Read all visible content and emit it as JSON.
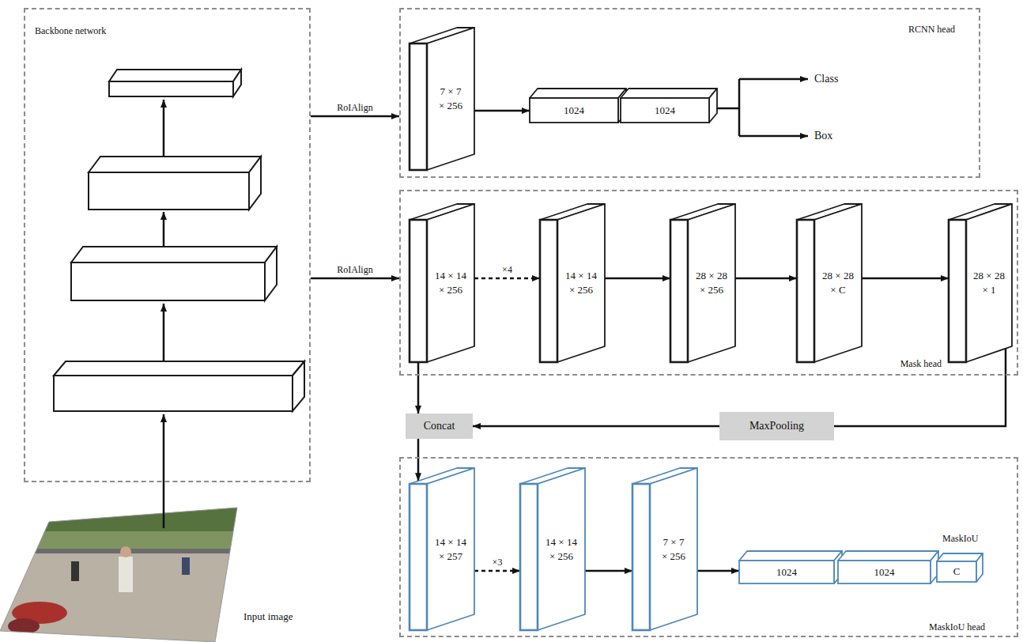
{
  "diagram": {
    "nodes": [
      {
        "text": [
          "Backbone network"
        ]
      },
      {
        "text": [
          "RCNN head"
        ]
      },
      {
        "text": [
          "7 × 7 × 256"
        ],
        "in": 1
      },
      {
        "text": [
          "1024"
        ],
        "in": 1
      },
      {
        "text": [
          "1024"
        ],
        "in": 1
      },
      {
        "text": [
          "Mask head"
        ]
      },
      {
        "text": [
          "14 × 14 × 256"
        ],
        "in": 5
      },
      {
        "text": [
          "14 × 14 × 256"
        ],
        "in": 5
      },
      {
        "text": [
          "28 × 28 × 256"
        ],
        "in": 5
      },
      {
        "text": [
          "28 × 28 × C"
        ],
        "in": 5
      },
      {
        "text": [
          "28 × 28 × 1"
        ],
        "in": 5
      },
      {
        "text": [
          "Concat"
        ]
      },
      {
        "text": [
          "MaxPooling"
        ]
      },
      {
        "text": [
          "MaskIoU head"
        ]
      },
      {
        "text": [
          "14 × 14 × 257"
        ],
        "in": 13
      },
      {
        "text": [
          "14 × 14 × 256"
        ],
        "in": 13
      },
      {
        "text": [
          "7 × 7 × 256"
        ],
        "in": 13
      },
      {
        "text": [
          "1024"
        ],
        "in": 13
      },
      {
        "text": [
          "1024"
        ],
        "in": 13
      },
      {
        "text": [
          "C"
        ],
        "in": 13
      }
    ],
    "edges": [
      {
        "from": 0,
        "to": 1,
        "arrow": "to",
        "label": "RoIAlign"
      },
      {
        "from": 0,
        "to": 5,
        "arrow": "to",
        "label": "RoIAlign"
      },
      {
        "from": 2,
        "to": 3,
        "arrow": "to"
      },
      {
        "from": 6,
        "to": 7,
        "arrow": "to",
        "label": "×4"
      },
      {
        "from": 7,
        "to": 8,
        "arrow": "to"
      },
      {
        "from": 8,
        "to": 9,
        "arrow": "to"
      },
      {
        "from": 9,
        "to": 10,
        "arrow": "to"
      },
      {
        "from": 10,
        "to": 12,
        "arrow": "none"
      },
      {
        "from": 12,
        "to": 11,
        "arrow": "to"
      },
      {
        "from": 6,
        "to": 11,
        "arrow": "to"
      },
      {
        "from": 11,
        "to": 14,
        "arrow": "to"
      },
      {
        "from": 14,
        "to": 15,
        "arrow": "to",
        "label": "×3"
      },
      {
        "from": 15,
        "to": 16,
        "arrow": "to"
      },
      {
        "from": 16,
        "to": 17,
        "arrow": "to"
      }
    ],
    "labels": [
      "Class",
      "Box",
      "MaskIoU",
      "Input image"
    ]
  }
}
